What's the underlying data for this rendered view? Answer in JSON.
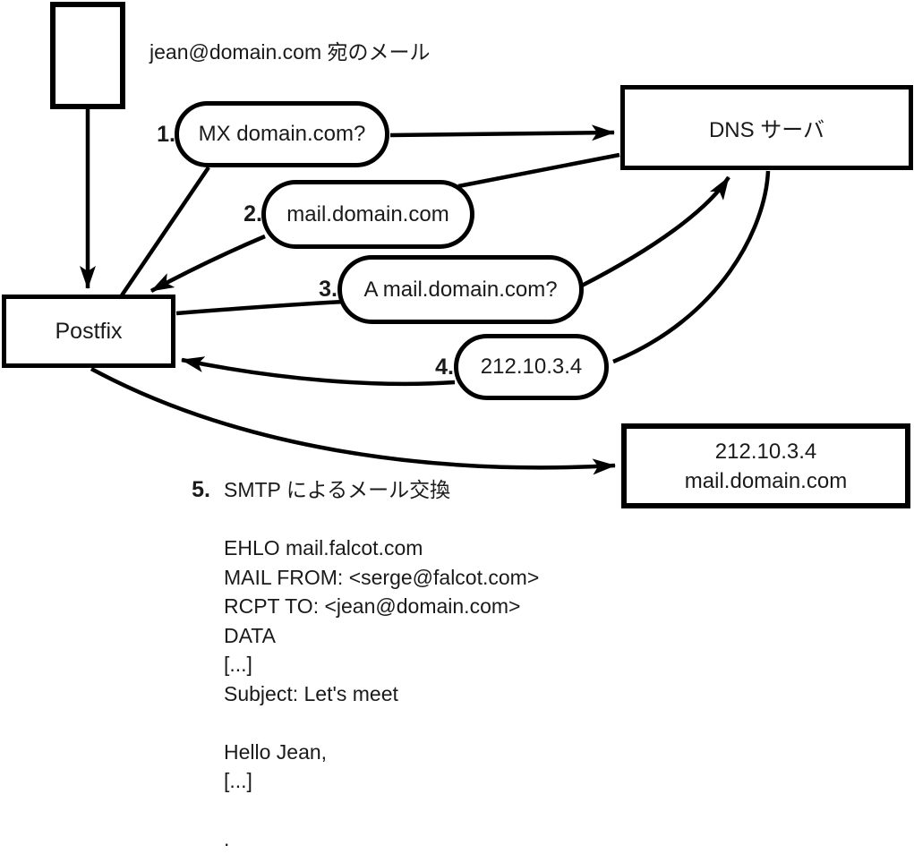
{
  "title_note": "jean@domain.com 宛のメール",
  "nodes": {
    "postfix": "Postfix",
    "dns_server": "DNS サーバ",
    "mail_server": {
      "line1": "212.10.3.4",
      "line2": "mail.domain.com"
    }
  },
  "steps": [
    {
      "num": "1.",
      "label": "MX domain.com?"
    },
    {
      "num": "2.",
      "label": "mail.domain.com"
    },
    {
      "num": "3.",
      "label": "A mail.domain.com?"
    },
    {
      "num": "4.",
      "label": "212.10.3.4"
    },
    {
      "num": "5.",
      "label": "SMTP によるメール交換"
    }
  ],
  "smtp_session": {
    "lines": [
      "EHLO mail.falcot.com",
      "MAIL FROM: <serge@falcot.com>",
      "RCPT TO: <jean@domain.com>",
      "DATA",
      "[...]",
      "Subject: Let's meet",
      "",
      "Hello Jean,",
      "[...]",
      "",
      "."
    ]
  },
  "colors": {
    "stroke": "#000000",
    "text": "#1a1a1a",
    "background": "#ffffff"
  }
}
